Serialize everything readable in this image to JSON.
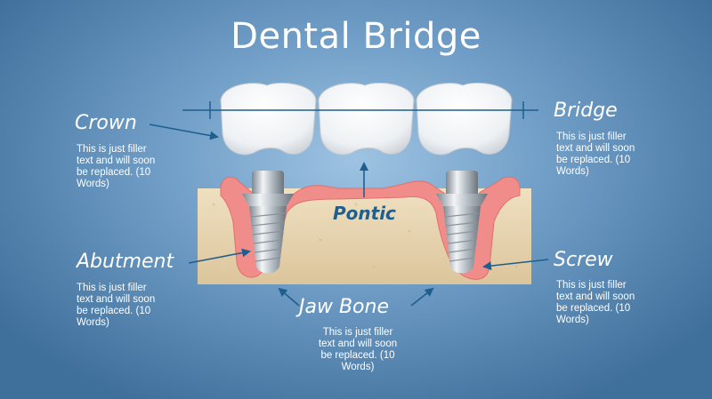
{
  "title": "Dental Bridge",
  "labels": {
    "crown": "Crown",
    "bridge": "Bridge",
    "pontic": "Pontic",
    "abutment": "Abutment",
    "screw": "Screw",
    "jaw_bone": "Jaw Bone"
  },
  "descriptions": {
    "crown": "This is just filler text and will soon be replaced. (10 Words)",
    "bridge": "This is just filler text and will soon be replaced. (10 Words)",
    "abutment": "This is just filler text and will soon be replaced. (10 Words)",
    "screw": "This is just filler text and will soon be replaced. (10 Words)",
    "jaw_bone": "This is just filler text and will soon be replaced. (10 Words)"
  },
  "colors": {
    "background": "#6f9dc6",
    "bone": "#e8d5b0",
    "gum": "#f08d8a",
    "arrow": "#1e5f8e",
    "label_dark": "#1e5f8e"
  }
}
